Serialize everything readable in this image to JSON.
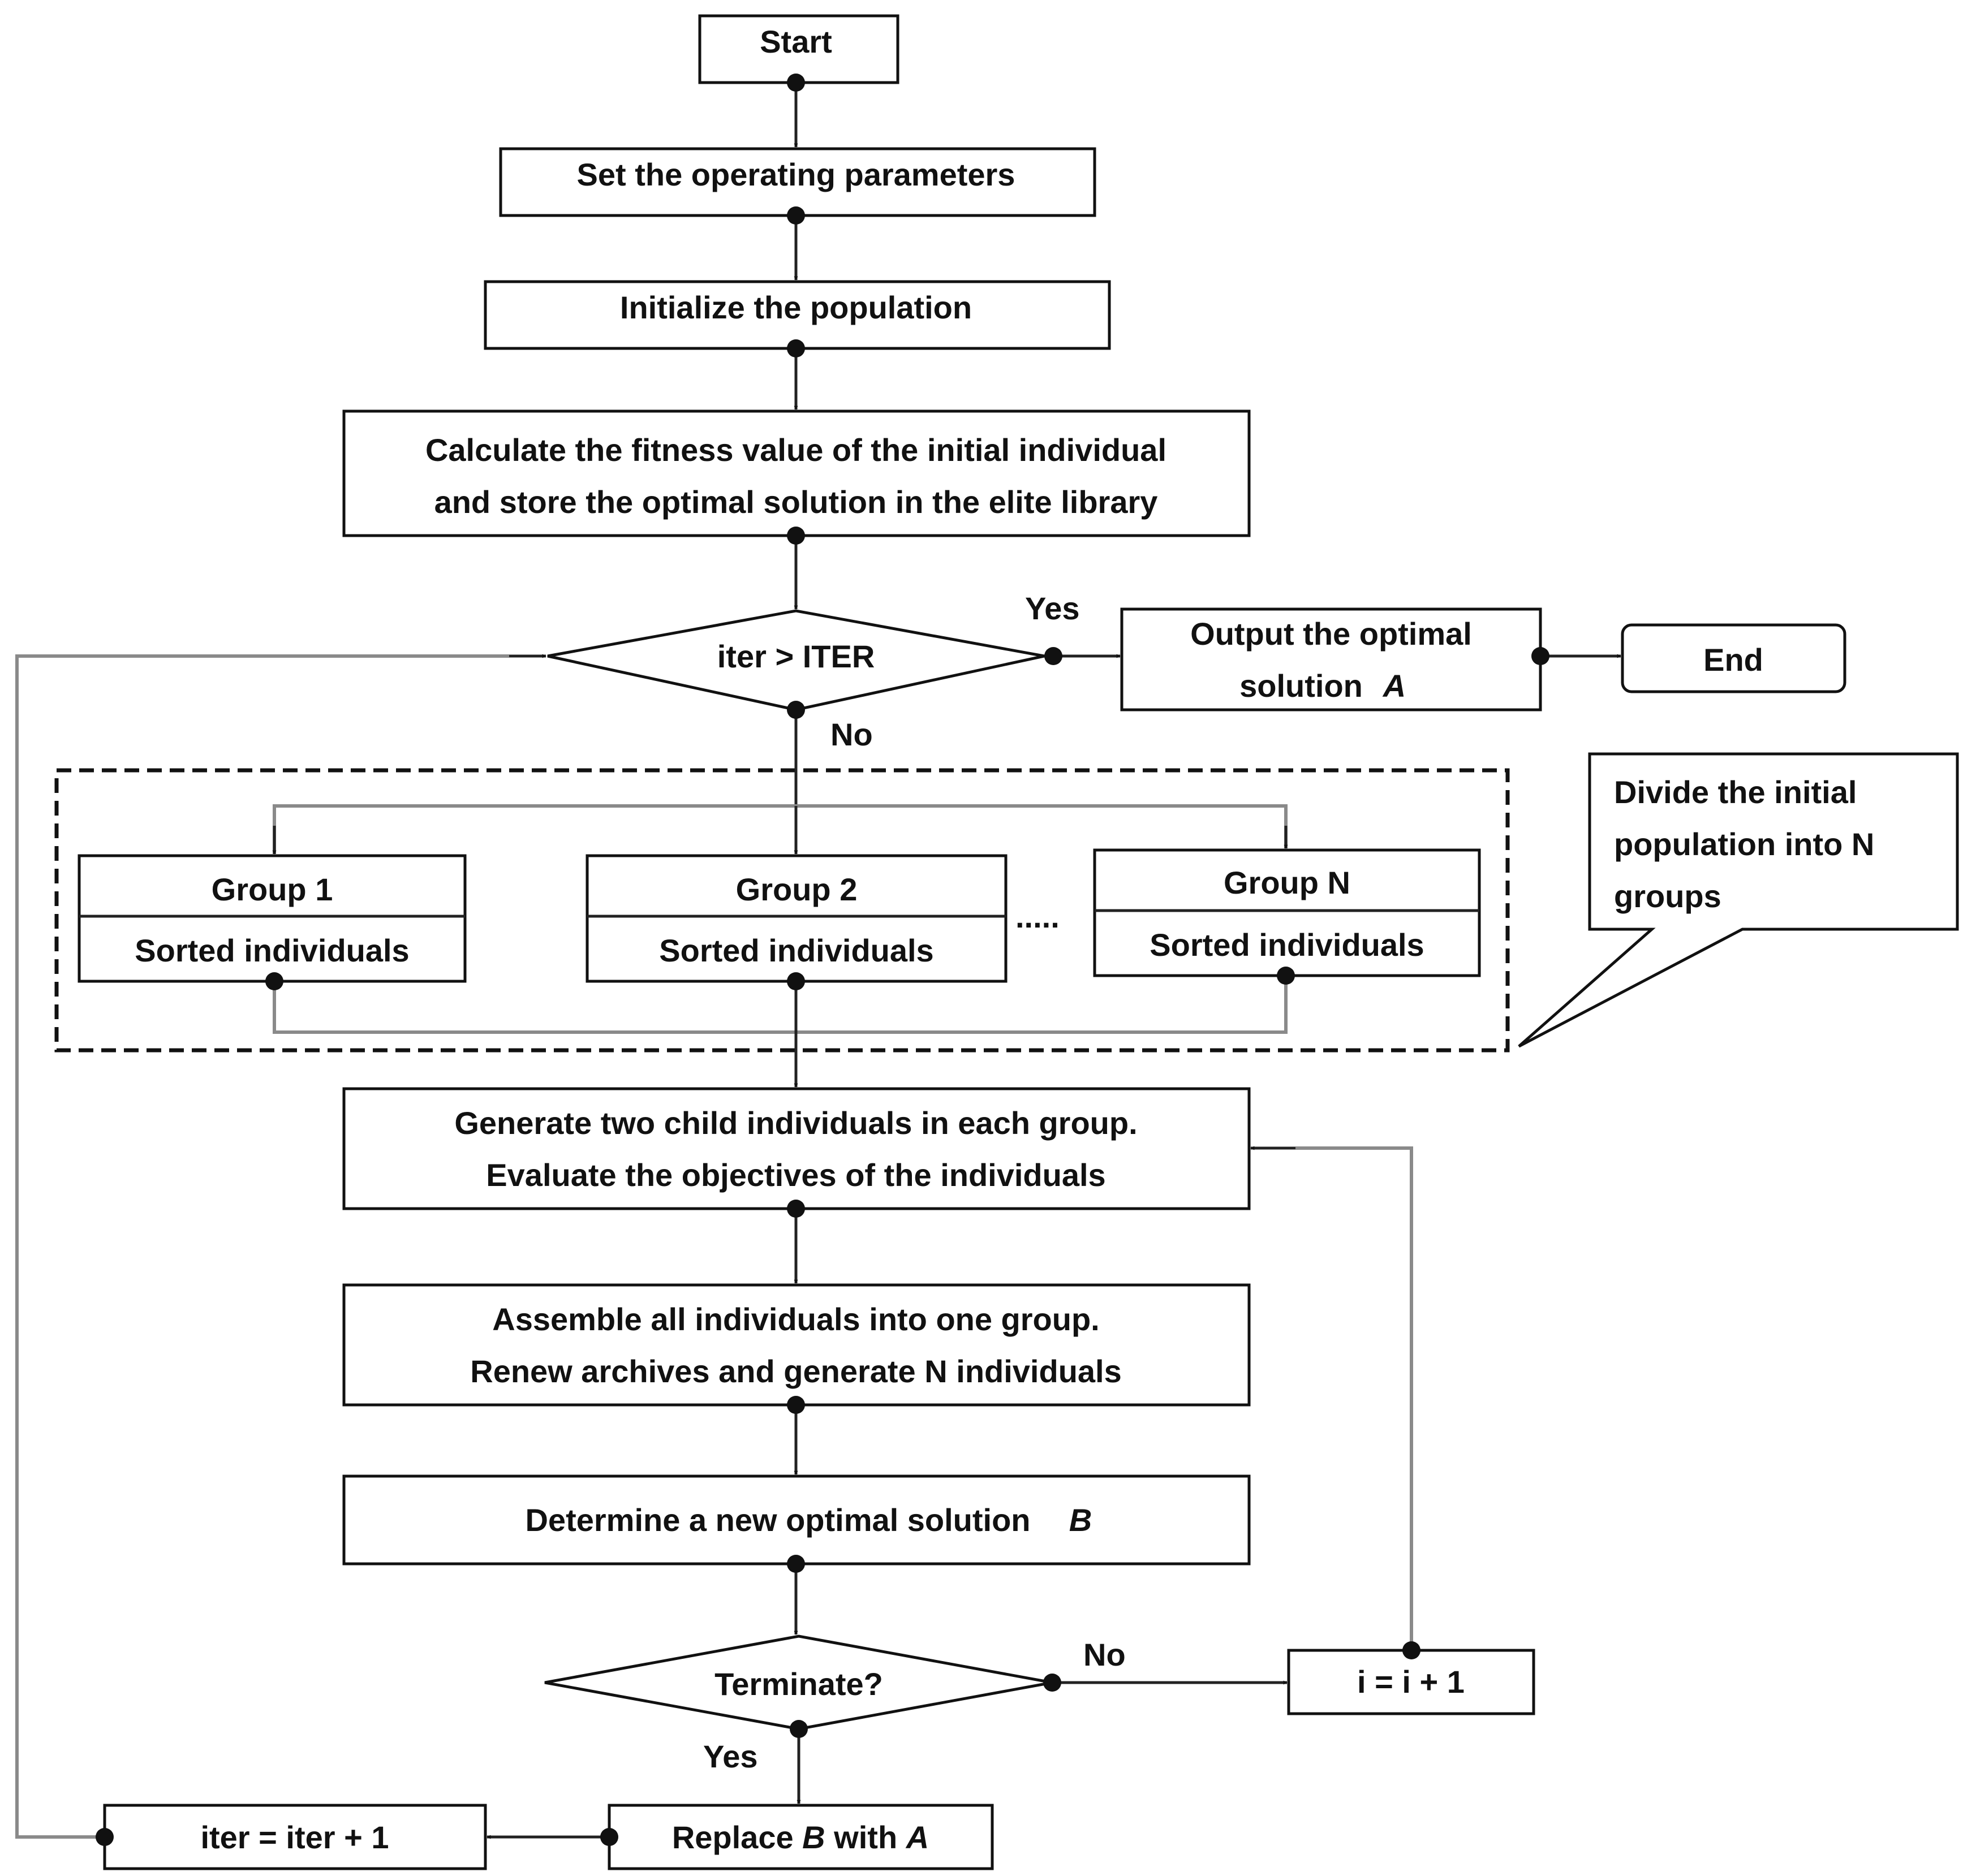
{
  "nodes": {
    "start": "Start",
    "set_params": "Set the operating parameters",
    "init_pop": "Initialize the population",
    "calc_fitness": [
      "Calculate the fitness value of the initial individual",
      "and store the optimal solution in the elite library"
    ],
    "iter_check": "iter > ITER",
    "output": [
      "Output the optimal",
      "solution "
    ],
    "output_var": "A",
    "end": "End",
    "group1_title": "Group 1",
    "group1_sub": "Sorted individuals",
    "group2_title": "Group 2",
    "group2_sub": "Sorted individuals",
    "groupn_title": "Group N",
    "groupn_sub": "Sorted individuals",
    "ellipsis": ".....",
    "note": [
      "Divide the initial",
      "population into N",
      "groups"
    ],
    "generate": [
      "Generate two child individuals in each group.",
      "Evaluate the objectives of the individuals"
    ],
    "assemble": [
      "Assemble all individuals into one group.",
      "Renew archives and generate N individuals"
    ],
    "determine": "Determine a new optimal solution ",
    "determine_var": "B",
    "terminate": "Terminate?",
    "i_inc": "i = i + 1",
    "replace_pre": "Replace ",
    "replace_b": "B",
    "replace_mid": " with ",
    "replace_a": "A",
    "iter_inc": "iter = iter + 1"
  },
  "edge_labels": {
    "iter_yes": "Yes",
    "iter_no": "No",
    "term_no": "No",
    "term_yes": "Yes"
  }
}
